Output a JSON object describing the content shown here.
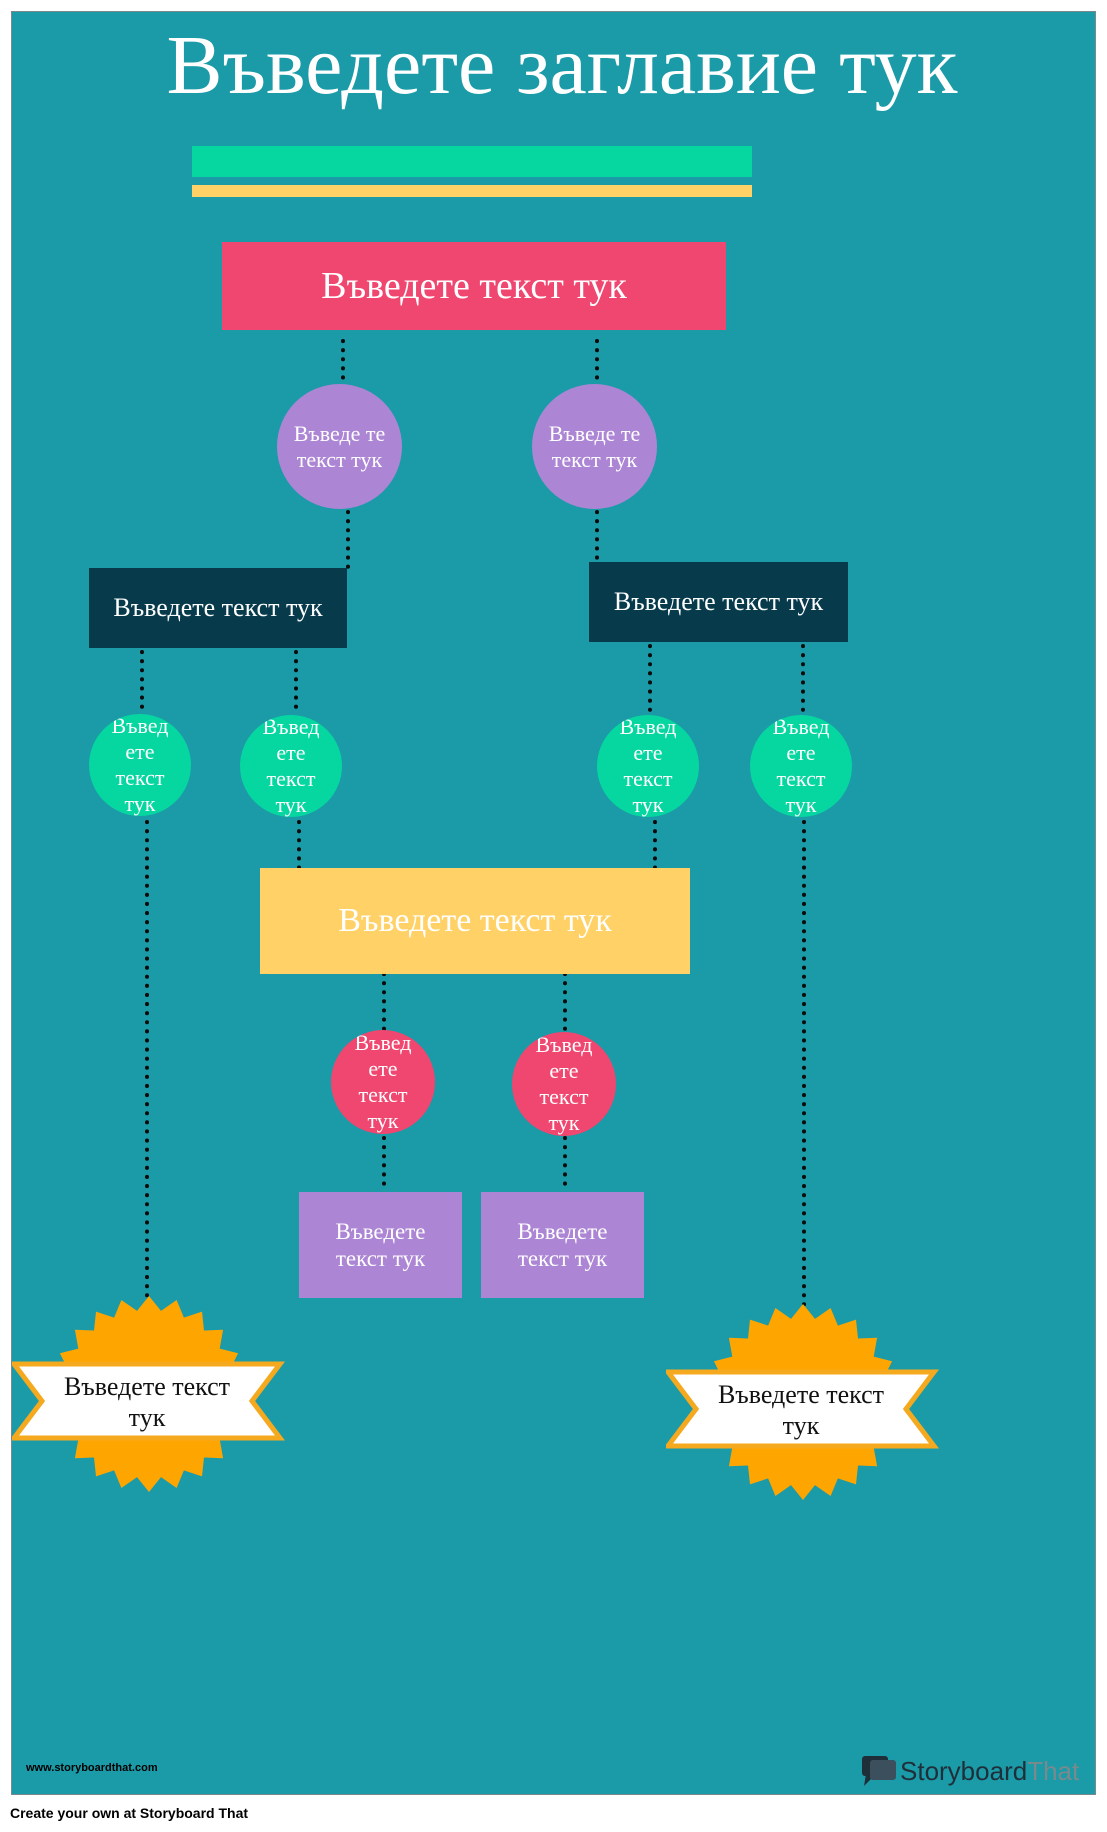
{
  "title": "Въведете заглавие тук",
  "colors": {
    "background": "#1b9aa8",
    "accent_green": "#06d6a0",
    "accent_yellow": "#ffd166",
    "accent_pink": "#ef476f",
    "accent_purple": "#ac85d4",
    "dark_navy": "#073b4c",
    "seal_orange": "#ffa500"
  },
  "nodes": {
    "top_box": "Въведете текст тук",
    "circle_l1": "Въведе те текст тук",
    "circle_r1": "Въведе те текст тук",
    "navy_left": "Въведете текст тук",
    "navy_right": "Въведете текст тук",
    "green_1": "Въвед ете текст тук",
    "green_2": "Въвед ете текст тук",
    "green_3": "Въвед ете текст тук",
    "green_4": "Въвед ете текст тук",
    "yellow_box": "Въведете текст тук",
    "pink_1": "Въвед ете текст тук",
    "pink_2": "Въвед ете текст тук",
    "purple_1": "Въведете текст тук",
    "purple_2": "Въведете текст тук",
    "seal_left": "Въведете текст тук",
    "seal_right": "Въведете текст тук"
  },
  "footer": {
    "url": "www.storyboardthat.com",
    "brand_a": "Storyboard",
    "brand_b": "That",
    "caption": "Create your own at Storyboard That"
  }
}
